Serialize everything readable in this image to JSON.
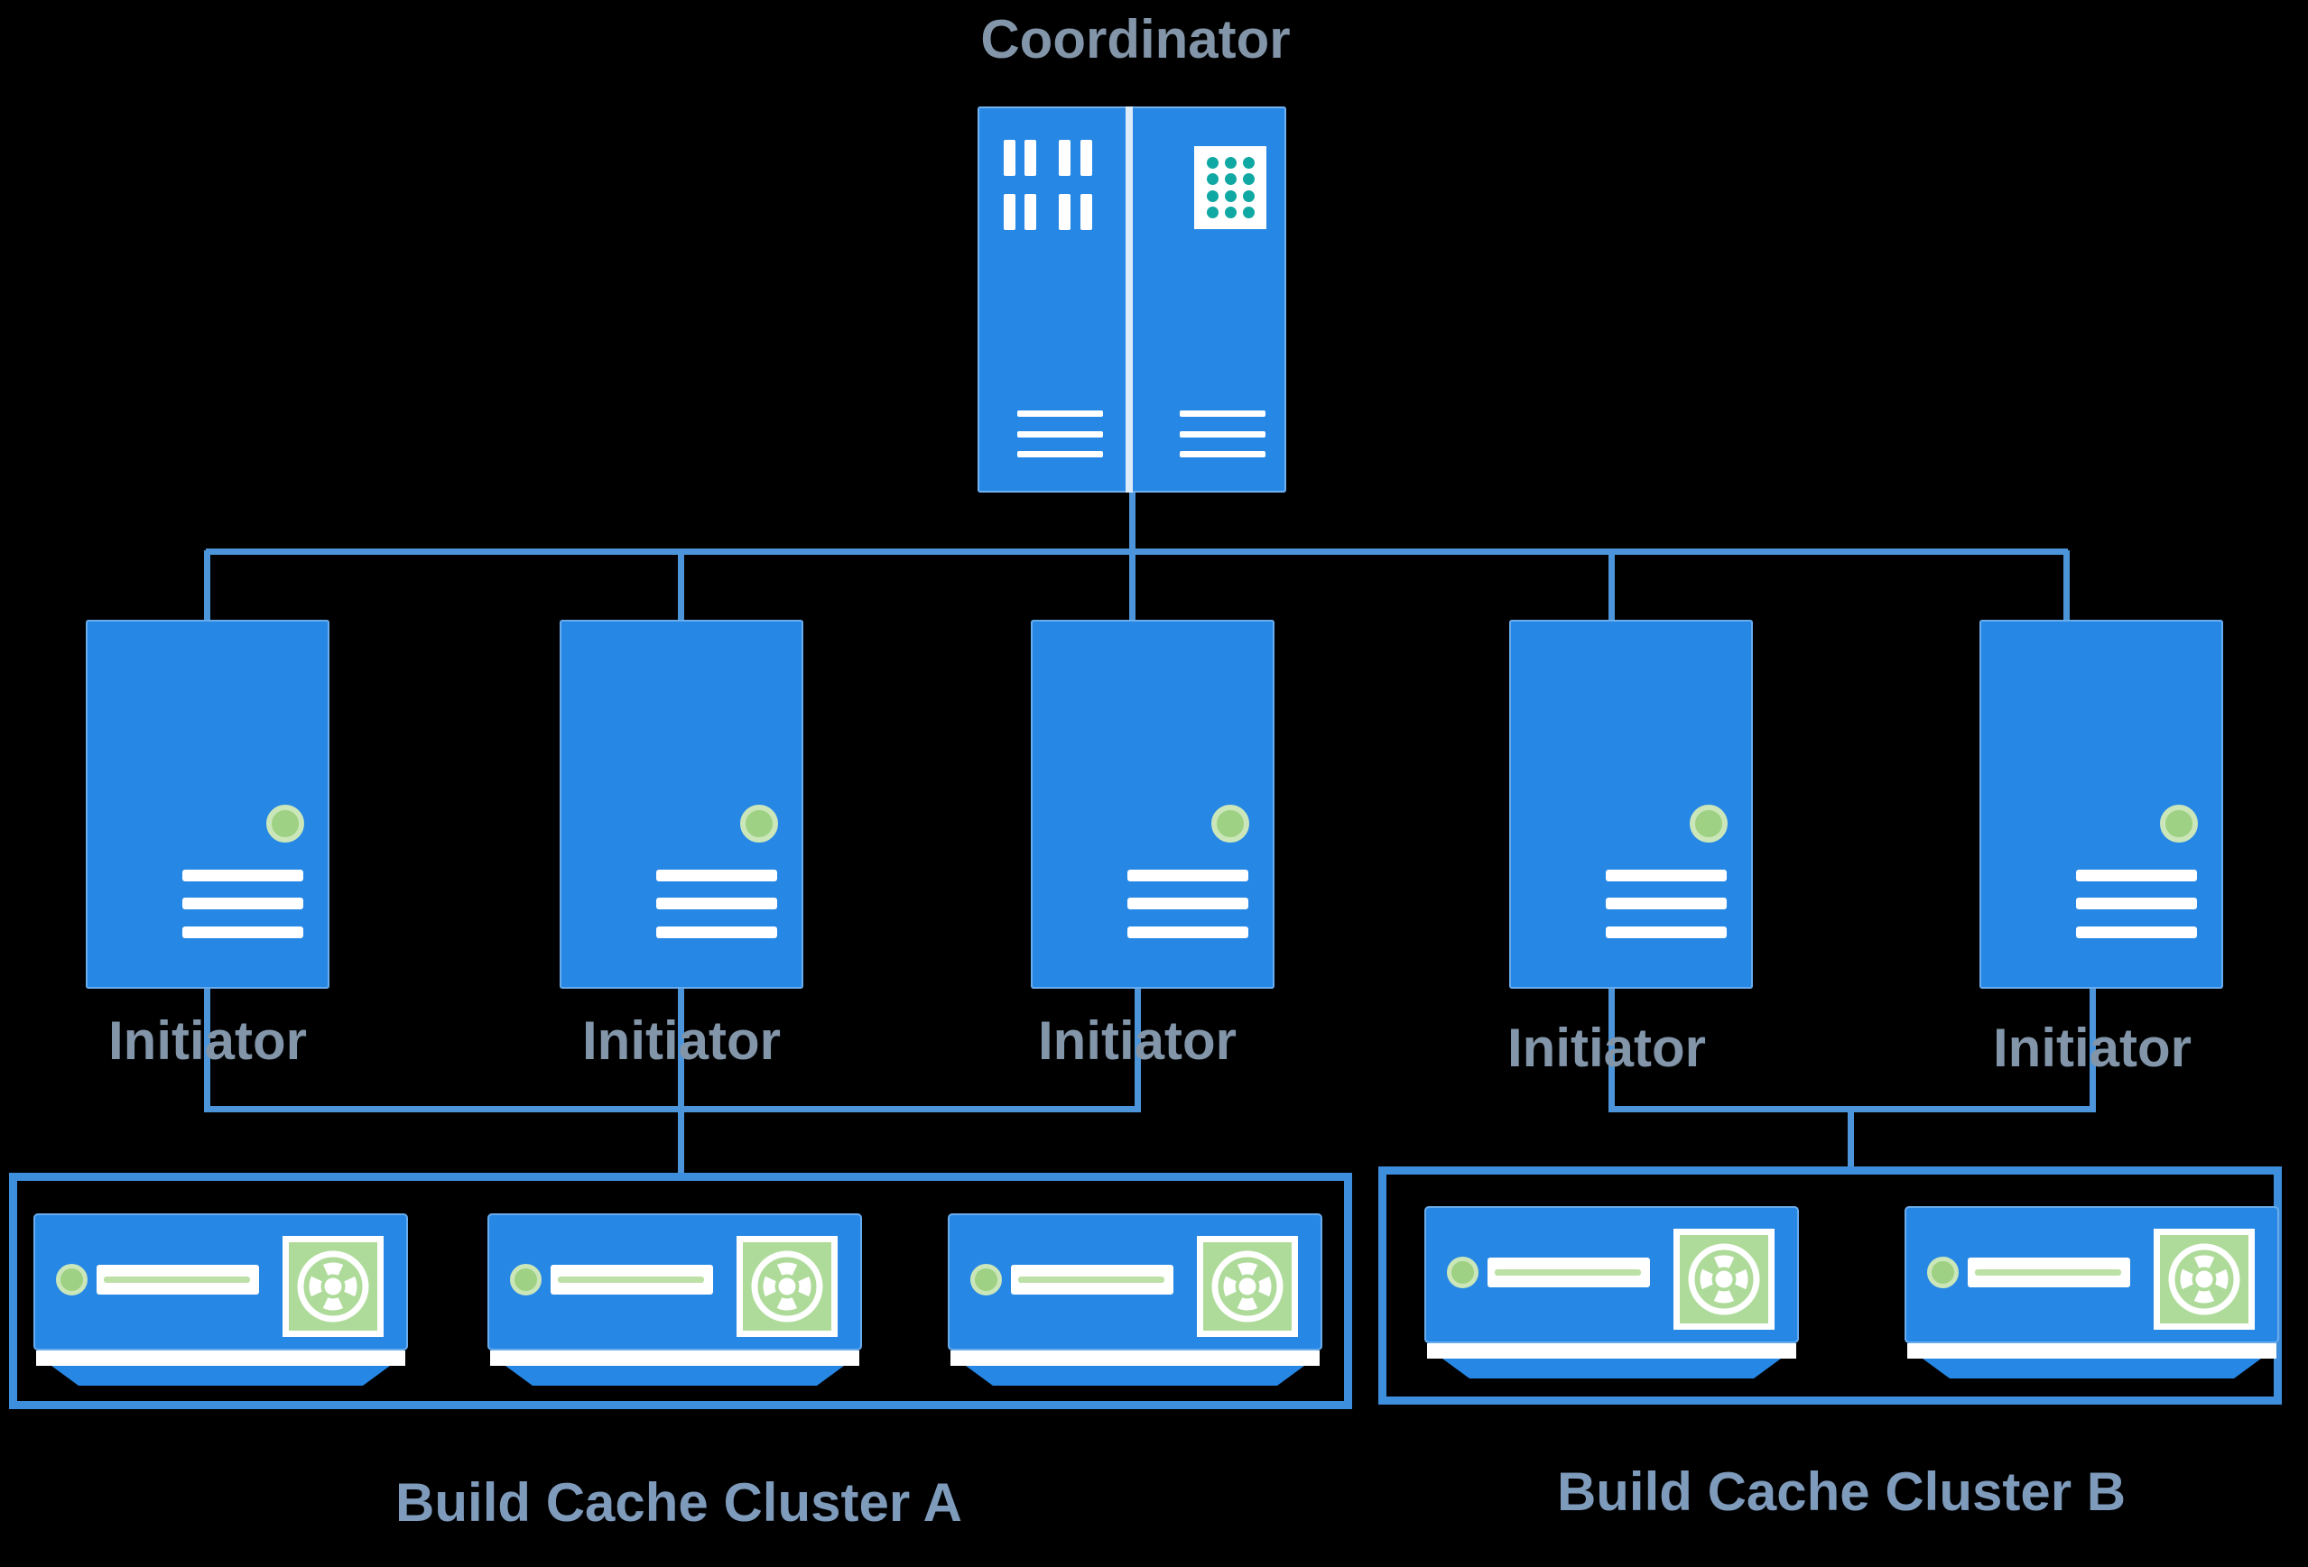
{
  "diagram": {
    "coordinator": {
      "label": "Coordinator"
    },
    "initiators": [
      {
        "label": "Initiator"
      },
      {
        "label": "Initiator"
      },
      {
        "label": "Initiator"
      },
      {
        "label": "Initiator"
      },
      {
        "label": "Initiator"
      }
    ],
    "clusters": [
      {
        "label": "Build Cache Cluster A",
        "device_count": 3
      },
      {
        "label": "Build Cache Cluster B",
        "device_count": 2
      }
    ],
    "colors": {
      "background": "#000000",
      "node_blue": "#2787E4",
      "connector_blue": "#4C95DA",
      "cluster_border_blue": "#3D8EDC",
      "node_label": "#8295A9",
      "cluster_label": "#7F9BBC",
      "led_green": "#9ED183",
      "led_ring_green": "#CBE7BA",
      "fan_green": "#AEDB9A",
      "dot_teal": "#0FA8A2",
      "icon_white": "#FFFFFF"
    }
  }
}
